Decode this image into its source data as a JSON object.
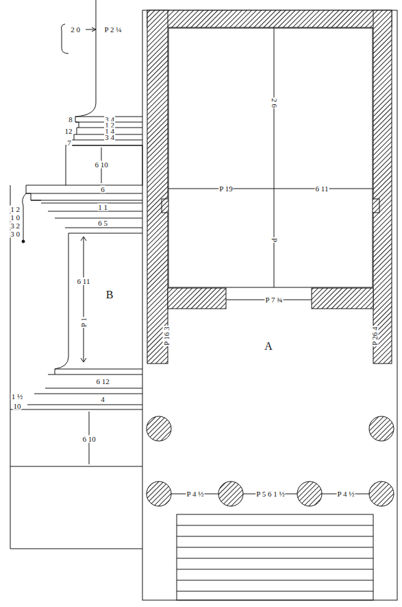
{
  "diagram": {
    "labels": [
      "2 0",
      "P 2 ¼",
      "8",
      "12",
      "7",
      "3 4",
      "1 2",
      "1 4",
      "3 4",
      "6 10",
      "6",
      "1 2",
      "1 0",
      "3 2",
      "3 0",
      "1 1",
      "6 5",
      "6 11",
      "B",
      "P 1",
      "6 12",
      "4",
      "1 ½",
      "10",
      "6 10",
      "P 19",
      "6 11",
      "2 6",
      "P",
      "P 7 ¾",
      "A",
      "P 16 3",
      "P 26 4",
      "P 4 ½",
      "P 5 6 1 ½",
      "P 4 ½"
    ]
  }
}
